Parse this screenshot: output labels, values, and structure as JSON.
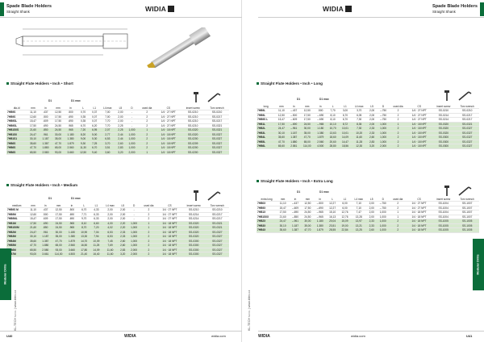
{
  "left": {
    "title": "Spade Blade Holders",
    "subtitle": "Straight Shank",
    "logo": "WIDIA",
    "sections": [
      {
        "title": "Straight Flute Holders • Inch • Short",
        "header_line1": [
          "",
          "D1",
          "",
          "D1 max"
        ],
        "header_line2": [
          "",
          "mm",
          "in",
          "mm",
          "in",
          "L",
          "L1",
          "L4 max",
          "L5",
          "D",
          "used dia",
          "CS",
          "insert screw",
          "Torx wrench"
        ],
        "header_line3": "dia-id",
        "rows": [
          [
            "7HB9S",
            "11,10",
            ".437",
            "12,50",
            ".500",
            "0,70",
            "0,37",
            "7,00",
            "2,00",
            "-",
            "2",
            "1/4 · 27 NPT",
            "SS-0210",
            "SS-0210"
          ],
          [
            "7HB9S",
            "12,60",
            ".500",
            "17,50",
            ".690",
            "0,35",
            "0,07",
            "7,00",
            "2,00",
            "-",
            "2",
            "1/4 · 27 NPT",
            "SS-0210",
            "SS-0217"
          ],
          [
            "7HB9SL",
            "15,47",
            ".609",
            "17,50",
            ".690",
            "0,35",
            "0,07",
            "7,70",
            "2,00",
            "-",
            "2",
            "1/4 · 27 NPT",
            "SS-0210",
            "SS-0217"
          ],
          [
            "7HB9SL",
            "17,50",
            ".690",
            "24,50",
            ".965",
            "6,70",
            "6,20",
            "7,70",
            "2,25",
            "-",
            "2",
            "1/4 · 27 NPT",
            "SS-0210",
            "SS-0321"
          ],
          [
            "7HB1S0S",
            "21,60",
            ".850",
            "24,50",
            ".965",
            "7,20",
            "6,95",
            "2,07",
            "2,25",
            "1,000",
            "1",
            "1/4 · 18 NPT",
            "SS-0320",
            "SS-0321"
          ],
          [
            "7HB1S0",
            "24,47",
            ".961",
            "30,00",
            "1.180",
            "8,20",
            "5,00",
            "2,77",
            "2,44",
            "1,000",
            "2",
            "1/4 · 18 NPT",
            "SS-0320",
            "SS-0327"
          ],
          [
            "7HB1S1",
            "30,10",
            "1.187",
            "35,00",
            "1.380",
            "9,00",
            "5,30",
            "6,53",
            "2,44",
            "1,000",
            "2",
            "1/4 · 18 NPT",
            "SS-0200",
            "SS-0327"
          ],
          [
            "7HB6S",
            "35,60",
            "1.387",
            "47,70",
            "1.879",
            "9,30",
            "7,25",
            "3,70",
            "2,60",
            "1,000",
            "2",
            "1/4 · 18 NPT",
            "SS-0209",
            "SS-0327"
          ],
          [
            "7HB6S",
            "47,70",
            "1.880",
            "65,00",
            "2.560",
            "11,30",
            "6,70",
            "3,51",
            "2,83",
            "1,000",
            "2",
            "1/4 · 18 NPT",
            "SS-0200",
            "SS-0327"
          ],
          [
            "7HB6S",
            "65,50",
            "2.580",
            "93,00",
            "3.660",
            "12,50",
            "9,40",
            "3,60",
            "3,20",
            "2,000",
            "1",
            "1/4 · 18 NPT",
            "SS-0200",
            "SS-0327"
          ]
        ]
      },
      {
        "title": "Straight Flute Holders • Inch • Medium",
        "header_line1": [
          "",
          "D1",
          "",
          "D1 max"
        ],
        "header_line2": [
          "",
          "mm",
          "in",
          "mm",
          "in",
          "L",
          "L1",
          "L4 max",
          "L5",
          "D",
          "used dia",
          "CS",
          "insert screw",
          "Torx wrench"
        ],
        "header_line3": "medium",
        "rows": [
          [
            "7HB9S M",
            "11,10",
            ".437",
            "12,50",
            ".500",
            "6,70",
            "4,33",
            "2,00",
            "2,00",
            "-",
            "2",
            "1/4 · 27 NPT",
            "SS-0210",
            "SS-0210"
          ],
          [
            "7HB9M",
            "12,60",
            ".500",
            "17,50",
            ".690",
            "7,71",
            "6,33",
            "2,00",
            "2,00",
            "-",
            "2",
            "1/4 · 27 NPT",
            "SS-0214",
            "SS-0217"
          ],
          [
            "7HB9ML",
            "15,47",
            ".609",
            "17,50",
            ".690",
            "9,70",
            "6,33",
            "2,00",
            "2,00",
            "-",
            "2",
            "1/4 · 27 NPT",
            "SS-0214",
            "SS-0217"
          ],
          [
            "7HB1M",
            "17,50",
            ".690",
            "24,50",
            ".965",
            "8,10",
            "6,60",
            "4,00",
            "2,20",
            "1,000",
            "1",
            "1/4 · 18 NPT",
            "SS-0320",
            "SS-0321"
          ],
          [
            "7HB1S0M",
            "21,60",
            ".850",
            "24,50",
            ".965",
            "8,70",
            "7,20",
            "4,02",
            "2,20",
            "1,000",
            "1",
            "1/4 · 18 NPT",
            "SS-0320",
            "SS-0321"
          ],
          [
            "7HB2M",
            "24,47",
            ".961",
            "30,00",
            "1.180",
            "10,90",
            "7,04",
            "6,53",
            "2,33",
            "1,000",
            "2",
            "1/4 · 18 NPT",
            "SS-0320",
            "SS-0327"
          ],
          [
            "7HB3M",
            "30,10",
            "1.187",
            "35,00",
            "1.380",
            "13,30",
            "7,94",
            "6,53",
            "2,33",
            "1,000",
            "2",
            "1/4 · 18 NPT",
            "SS-0320",
            "SS-0327"
          ],
          [
            "7HB4M",
            "35,60",
            "1.387",
            "47,70",
            "1.879",
            "14,70",
            "10,09",
            "7,45",
            "2,60",
            "1,000",
            "2",
            "1/4 · 18 NPT",
            "SS-0300",
            "SS-0327"
          ],
          [
            "7HB5M",
            "47,70",
            "1.880",
            "65,00",
            "2.560",
            "16,50",
            "11,25",
            "7,69",
            "2,60",
            "1,000",
            "2",
            "1/4 · 18 NPT",
            "SS-0300",
            "SS-0327"
          ],
          [
            "7HB6M",
            "65,50",
            "2.580",
            "93,00",
            "3.660",
            "17,80",
            "14,09",
            "11,60",
            "2,83",
            "2,000",
            "2",
            "1/4 · 18 NPT",
            "SS-0300",
            "SS-0327"
          ],
          [
            "7HB7M",
            "93,00",
            "3.661",
            "114,00",
            "4.500",
            "21,40",
            "16,40",
            "11,60",
            "3,20",
            "2,000",
            "2",
            "1/4 · 18 NPT",
            "SS-0300",
            "SS-0327"
          ]
        ]
      }
    ],
    "page_number": "U40",
    "footer_brand": "widia.com",
    "side_tab": "Modular Drills",
    "side_text": "KL-TECH s.r.o. | www.kltec.cz"
  },
  "right": {
    "title": "Spade Blade Holders",
    "subtitle": "Straight Shank",
    "logo": "WIDIA",
    "sections": [
      {
        "title": "Straight Flute Holders • Inch • Long",
        "header_line1": [
          "",
          "D1",
          "",
          "D1 max"
        ],
        "header_line2": [
          "",
          "mm",
          "in",
          "mm",
          "in",
          "L",
          "L1",
          "L4 max",
          "L5",
          "D",
          "used dia",
          "CS",
          "insert screw",
          "Torx wrench"
        ],
        "header_line3": "long",
        "rows": [
          [
            "7HB9L",
            "11,10",
            "–.437",
            "12,50",
            ".500",
            "7,70",
            "3,00",
            "3,70",
            "2,00",
            "–.750",
            "2",
            "1/4 · 27 NPT",
            "SS-0210",
            "SS-0210"
          ],
          [
            "7HB9L",
            "12,50",
            "–.500",
            "17,50",
            "–.690",
            "8,10",
            "6,70",
            "6,05",
            "2,00",
            "–.750",
            "2",
            "1/4 · 27 NPT",
            "SS-0214",
            "SS-0217"
          ],
          [
            "7HB9S L",
            "15,47",
            "–.609",
            "17,50",
            "–.690",
            "8,10",
            "6,70",
            "7,30",
            "2,00",
            "–.750",
            "2",
            "1/4 · 27 NPT",
            "SS-0214",
            "SS-0217"
          ],
          [
            "7HB1L",
            "17,50",
            "–.690",
            "24,50",
            "–.965",
            "10,10",
            "8,72",
            "8,35",
            "2,00",
            "1,000",
            "1",
            "1/4 · 18 NPT",
            "SS-0320",
            "SS-0321"
          ],
          [
            "7HB2L",
            "24,47",
            "–.961",
            "30,00",
            "1.180",
            "10,70",
            "10,01",
            "7,30",
            "2,33",
            "1,000",
            "2",
            "1/4 · 18 NPT",
            "SS-0320",
            "SS-0327"
          ],
          [
            "7HB3L",
            "30,10",
            "1.187",
            "35,00",
            "1.380",
            "13,63",
            "10,01",
            "10,20",
            "2,33",
            "1,000",
            "2",
            "1/4 · 18 NPT",
            "SS-0320",
            "SS-0327"
          ],
          [
            "7HB4L",
            "35,60",
            "1.387",
            "47,70",
            "1.879",
            "18,60",
            "14,09",
            "11,60",
            "2,60",
            "1,000",
            "2",
            "1/4 · 18 NPT",
            "SS-0300",
            "SS-0327"
          ],
          [
            "7HB5L",
            "47,70",
            "1.880",
            "65,00",
            "2.560",
            "20,60",
            "14,47",
            "11,28",
            "2,83",
            "1,000",
            "2",
            "1/4 · 18 NPT",
            "SS-0300",
            "SS-0327"
          ],
          [
            "7HB6L",
            "65,60",
            "2.581",
            "114,00",
            "4.500",
            "28,80",
            "18,56",
            "12,30",
            "3,20",
            "2,000",
            "2",
            "1/4 · 18 NPT",
            "SS-0300",
            "SS-0327"
          ]
        ]
      },
      {
        "title": "Straight Flute Holders • Inch • Extra Long",
        "header_line1": [
          "",
          "D1",
          "",
          "D1 max"
        ],
        "header_line2": [
          "",
          "mm",
          "in",
          "mm",
          "in",
          "L",
          "L1",
          "L4 max",
          "L5",
          "D",
          "used dia",
          "CS",
          "insert screw",
          "Torx wrench"
        ],
        "header_line3": "extra long",
        "rows": [
          [
            "7HB0X",
            "11,10",
            "–.437",
            "12,50",
            "–.500",
            "12,27",
            "6,00",
            "7,10",
            "2,00",
            "–.750",
            "2",
            "1/4 · 27 NPT",
            "SS-1004",
            "SS-1007"
          ],
          [
            "7HB9X",
            "15,47",
            "–.609",
            "17,50",
            "–.690",
            "12,27",
            "6,00",
            "7,10",
            "2,00",
            "–.750",
            "2",
            "1/4 · 27 NPT",
            "SS-1004",
            "SS-1007"
          ],
          [
            "7HB1X",
            "17,50",
            "–.690",
            "24,50",
            "–.965",
            "15,10",
            "12,76",
            "7,47",
            "2,00",
            "1,000",
            "1",
            "1/4 · 18 NPT",
            "SS-1004",
            "SS-1007"
          ],
          [
            "7HB1S0X",
            "21,60",
            "–.850",
            "24,50",
            "–.965",
            "16,13",
            "12,76",
            "13,28",
            "2,00",
            "1,000",
            "1",
            "1/4 · 18 NPT",
            "SS-1004",
            "SS-1007"
          ],
          [
            "7HB2X",
            "24,47",
            "–.961",
            "30,00",
            "1.180",
            "20,04",
            "15,09",
            "13,97",
            "2,33",
            "1,000",
            "2",
            "1/4 · 18 NPT",
            "SS-1005",
            "SS-1005"
          ],
          [
            "7HB3X",
            "30,10",
            "1.187",
            "35,00",
            "1.380",
            "23,51",
            "19,00",
            "13,21",
            "2,33",
            "1,000",
            "2",
            "1/4 · 18 NPT",
            "SS-1005",
            "SS-1005"
          ],
          [
            "7HB4X",
            "35,60",
            "1.387",
            "47,70",
            "1.879",
            "28,55",
            "22,84",
            "13,25",
            "2,60",
            "1,000",
            "2",
            "1/4 · 18 NPT",
            "SS-1005",
            "SS-1005"
          ]
        ]
      }
    ],
    "page_number": "U41",
    "footer_brand": "widia.com",
    "side_tab": "Modular Drills",
    "side_text": "KL-TECH s.r.o. | www.kltec.cz"
  },
  "colors": {
    "accent_green": "#0b6d3a",
    "row_highlight": "#d7e9cf"
  },
  "icons": [
    "technical-drawing-icon",
    "tool-photo-icon",
    "screw-icon",
    "torx-wrench-icon"
  ]
}
